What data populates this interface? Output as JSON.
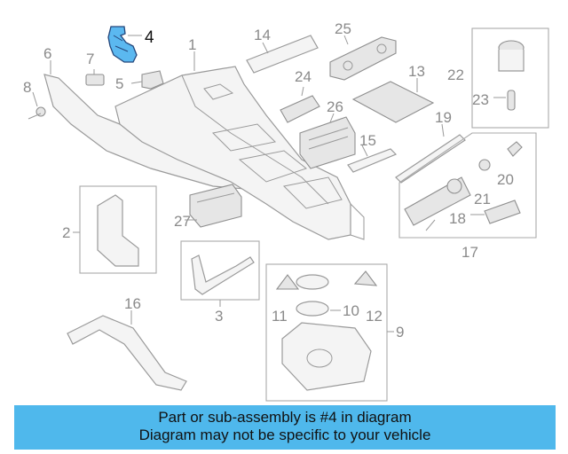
{
  "diagram": {
    "callouts": [
      "1",
      "2",
      "3",
      "4",
      "5",
      "6",
      "7",
      "8",
      "9",
      "10",
      "11",
      "12",
      "13",
      "14",
      "15",
      "16",
      "17",
      "18",
      "19",
      "20",
      "21",
      "22",
      "23",
      "24",
      "25",
      "26",
      "27"
    ],
    "highlighted_part": "4",
    "highlight_color": "#5bb8f0"
  },
  "banner": {
    "line1": "Part or sub-assembly is #4 in diagram",
    "line2": "Diagram may not be specific to your vehicle",
    "background": "#4fb8ec"
  }
}
